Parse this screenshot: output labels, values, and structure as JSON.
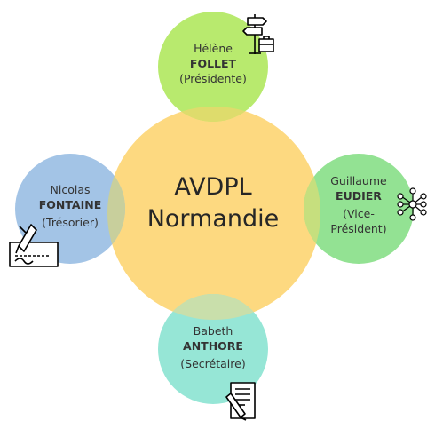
{
  "organization": {
    "line1": "AVDPL",
    "line2": "Normandie"
  },
  "members": {
    "top": {
      "first_name": "Hélène",
      "last_name": "FOLLET",
      "role": "(Présidente)",
      "icon": "signpost-briefcase-icon",
      "color": "#b8ea6e"
    },
    "left": {
      "first_name": "Nicolas",
      "last_name": "FONTAINE",
      "role": "(Trésorier)",
      "icon": "check-signature-icon",
      "color": "#a3c4e6"
    },
    "right": {
      "first_name": "Guillaume",
      "last_name": "EUDIER",
      "role_line1": "(Vice-",
      "role_line2": "Président)",
      "icon": "network-hub-icon",
      "color": "#93e293"
    },
    "bottom": {
      "first_name": "Babeth",
      "last_name": "ANTHORE",
      "role": "(Secrétaire)",
      "icon": "document-pen-icon",
      "color": "#96e6d6"
    }
  },
  "colors": {
    "center": "#fdd980",
    "overlap_top": "#dedc6c",
    "overlap_left": "#c8cf9c",
    "overlap_right": "#c6df7e",
    "overlap_bottom": "#c9dfab"
  }
}
